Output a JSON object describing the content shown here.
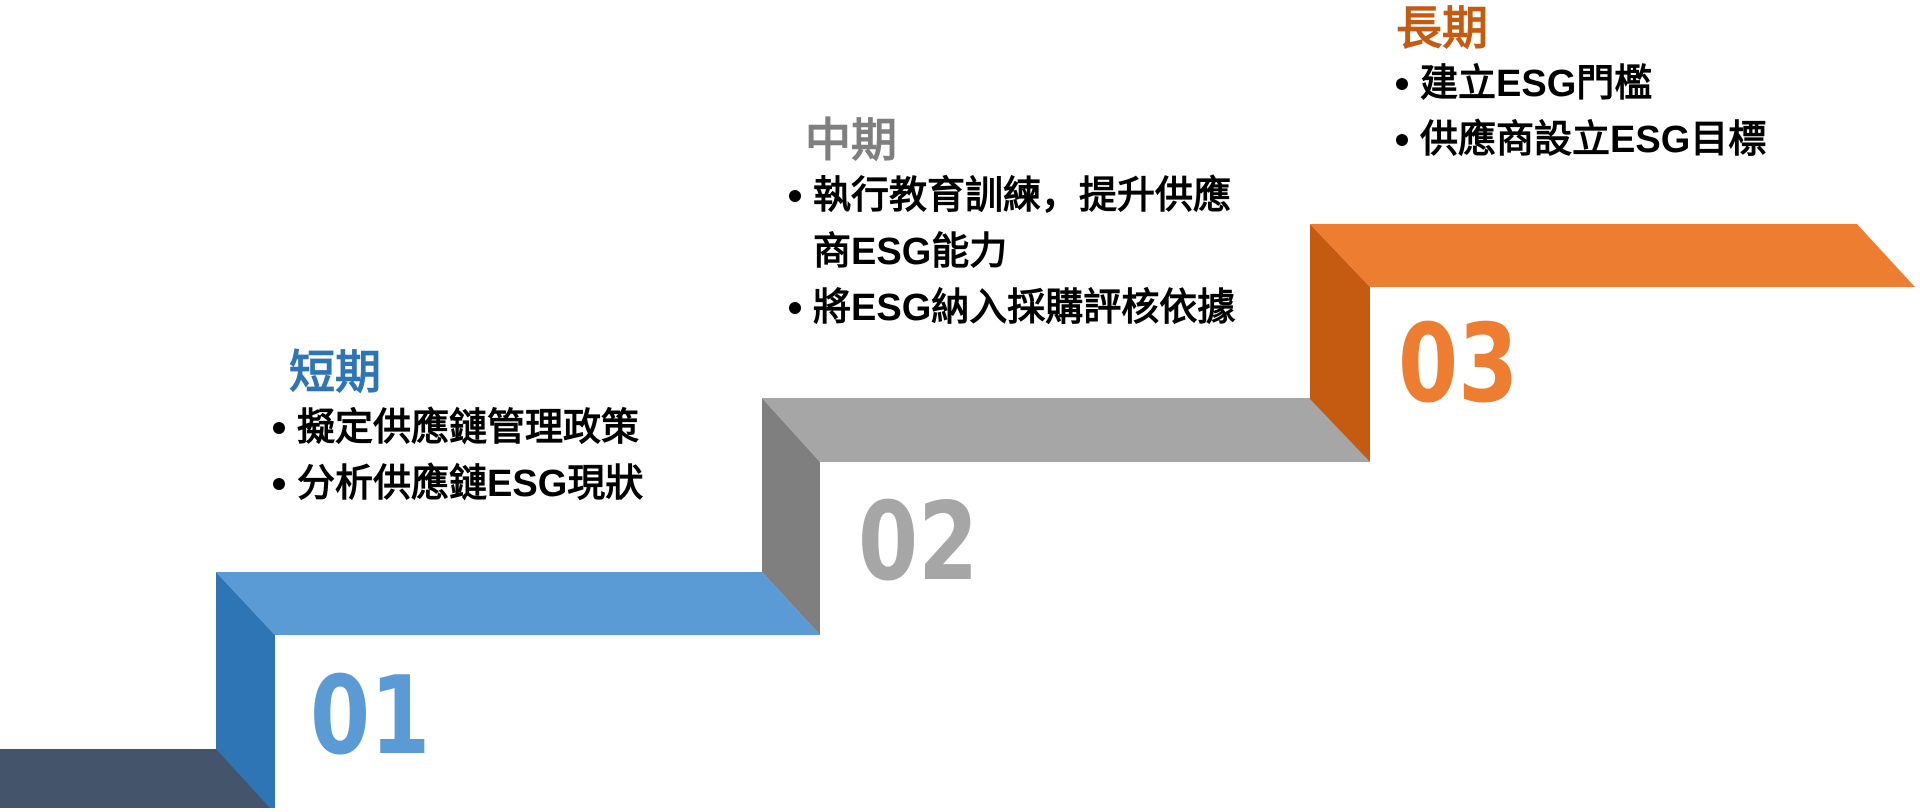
{
  "colors": {
    "background": "#FFFFFF",
    "base_bar": "#44546A",
    "step1_tread": "#5B9BD5",
    "step1_riser": "#2E75B6",
    "step2_tread": "#A6A6A6",
    "step2_riser": "#7F7F7F",
    "step3_tread": "#ED7D31",
    "step3_riser": "#C55A11",
    "bullet_text": "#000000"
  },
  "steps": [
    {
      "number": "01",
      "heading": "短期",
      "heading_color": "#2E75B6",
      "number_color": "#5B9BD5",
      "bullets": [
        "擬定供應鏈管理政策",
        "分析供應鏈ESG現狀"
      ]
    },
    {
      "number": "02",
      "heading": "中期",
      "heading_color": "#7F7F7F",
      "number_color": "#A6A6A6",
      "bullets": [
        "執行教育訓練，提升供應商ESG能力",
        "將ESG納入採購評核依據"
      ]
    },
    {
      "number": "03",
      "heading": "長期",
      "heading_color": "#C55A11",
      "number_color": "#ED7D31",
      "bullets": [
        "建立ESG門檻",
        "供應商設立ESG目標"
      ]
    }
  ]
}
